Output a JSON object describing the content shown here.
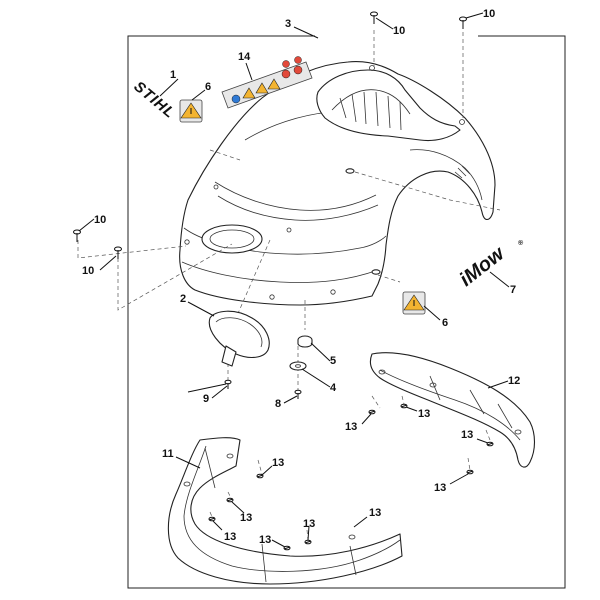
{
  "diagram": {
    "callouts": {
      "c1": "1",
      "c2": "2",
      "c3": "3",
      "c4": "4",
      "c5": "5",
      "c6a": "6",
      "c6b": "6",
      "c7": "7",
      "c8": "8",
      "c9": "9",
      "c10a": "10",
      "c10b": "10",
      "c10c": "10",
      "c10d": "10",
      "c11": "11",
      "c12": "12",
      "c13a": "13",
      "c13b": "13",
      "c13c": "13",
      "c13d": "13",
      "c13e": "13",
      "c13f": "13",
      "c13g": "13",
      "c13h": "13",
      "c13i": "13",
      "c14": "14"
    },
    "decals": {
      "brand_stihl": "STIHL",
      "brand_imow": "iMow",
      "trademark": "®"
    }
  }
}
